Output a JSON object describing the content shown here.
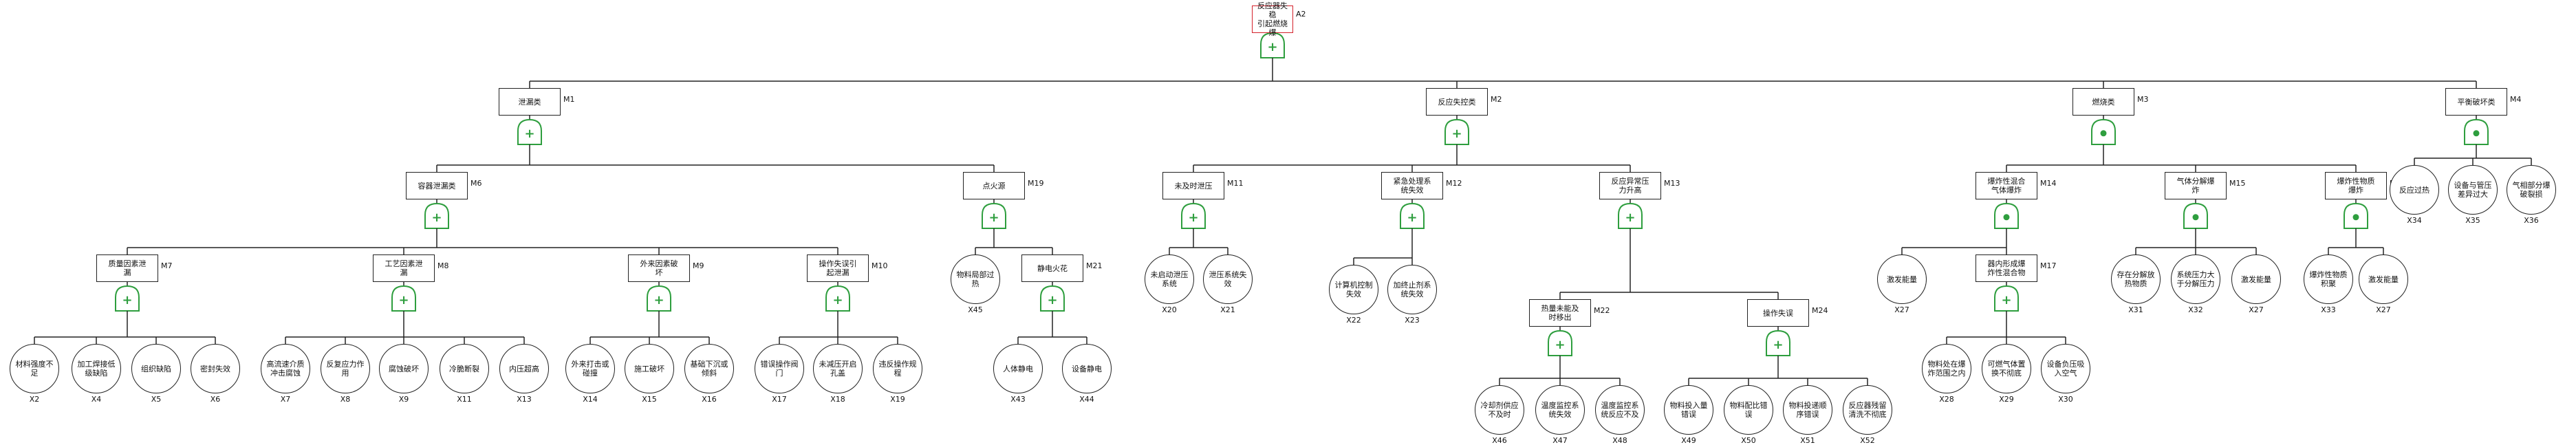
{
  "diagram": {
    "type": "fault-tree",
    "colors": {
      "top_event_border": "#d4202a",
      "gate_stroke": "#2e9e3e",
      "line": "#222222"
    },
    "top": {
      "id": "A2",
      "label": "反应器失稳\n引起燃烧爆",
      "gate": "or"
    },
    "events": [
      {
        "id": "M1",
        "label": "泄漏类",
        "gate": "or"
      },
      {
        "id": "M2",
        "label": "反应失控类",
        "gate": "or"
      },
      {
        "id": "M3",
        "label": "燃烧类",
        "gate": "and"
      },
      {
        "id": "M4",
        "label": "平衡破坏类",
        "gate": "and"
      },
      {
        "id": "M6",
        "label": "容器泄漏类",
        "gate": "or"
      },
      {
        "id": "M19",
        "label": "点火源",
        "gate": "or"
      },
      {
        "id": "M7",
        "label": "质量因素泄\n漏",
        "gate": "or"
      },
      {
        "id": "M8",
        "label": "工艺因素泄\n漏",
        "gate": "or"
      },
      {
        "id": "M9",
        "label": "外来因素破\n坏",
        "gate": "or"
      },
      {
        "id": "M10",
        "label": "操作失误引\n起泄漏",
        "gate": "or"
      },
      {
        "id": "M21",
        "label": "静电火花",
        "gate": "or"
      },
      {
        "id": "M11",
        "label": "未及时泄压",
        "gate": "or"
      },
      {
        "id": "M12",
        "label": "紧急处理系\n统失效",
        "gate": "or"
      },
      {
        "id": "M13",
        "label": "反应异常压\n力升高",
        "gate": "or"
      },
      {
        "id": "M22",
        "label": "热量未能及\n时移出",
        "gate": "or"
      },
      {
        "id": "M24",
        "label": "操作失误",
        "gate": "or"
      },
      {
        "id": "M14",
        "label": "爆炸性混合\n气体爆炸",
        "gate": "and"
      },
      {
        "id": "M15",
        "label": "气体分解爆\n炸",
        "gate": "and"
      },
      {
        "id": "M16",
        "label": "爆炸性物质\n爆炸",
        "gate": "and"
      },
      {
        "id": "M17",
        "label": "器内形成爆\n炸性混合物",
        "gate": "or"
      }
    ],
    "basic_events": [
      {
        "id": "X2",
        "label": "材料强度不\n足"
      },
      {
        "id": "X4",
        "label": "加工焊接低\n级缺陷"
      },
      {
        "id": "X5",
        "label": "组织缺陷"
      },
      {
        "id": "X6",
        "label": "密封失效"
      },
      {
        "id": "X7",
        "label": "高流速介质\n冲击腐蚀"
      },
      {
        "id": "X8",
        "label": "反复应力作\n用"
      },
      {
        "id": "X9",
        "label": "腐蚀破坏"
      },
      {
        "id": "X11",
        "label": "冷脆断裂"
      },
      {
        "id": "X13",
        "label": "内压超高"
      },
      {
        "id": "X14",
        "label": "外来打击或\n碰撞"
      },
      {
        "id": "X15",
        "label": "施工破坏"
      },
      {
        "id": "X16",
        "label": "基础下沉或\n倾斜"
      },
      {
        "id": "X17",
        "label": "错误操作阀\n门"
      },
      {
        "id": "X18",
        "label": "未减压开启\n孔盖"
      },
      {
        "id": "X19",
        "label": "违反操作规\n程"
      },
      {
        "id": "X45",
        "label": "物料局部过\n热"
      },
      {
        "id": "X43",
        "label": "人体静电"
      },
      {
        "id": "X44",
        "label": "设备静电"
      },
      {
        "id": "X20",
        "label": "未启动泄压\n系统"
      },
      {
        "id": "X21",
        "label": "泄压系统失\n效"
      },
      {
        "id": "X22",
        "label": "计算机控制\n失效"
      },
      {
        "id": "X23",
        "label": "加终止剂系\n统失效"
      },
      {
        "id": "X46",
        "label": "冷却剂供应\n不及时"
      },
      {
        "id": "X47",
        "label": "温度监控系\n统失效"
      },
      {
        "id": "X48",
        "label": "温度监控系\n统反应不及"
      },
      {
        "id": "X49",
        "label": "物料投入量\n错误"
      },
      {
        "id": "X50",
        "label": "物料配比错\n误"
      },
      {
        "id": "X51",
        "label": "物料投递顺\n序错误"
      },
      {
        "id": "X52",
        "label": "反应器残留\n清洗不彻底"
      },
      {
        "id": "X27",
        "label": "激发能量"
      },
      {
        "id": "X28",
        "label": "物料处在爆\n炸范围之内"
      },
      {
        "id": "X29",
        "label": "可燃气体置\n换不彻底"
      },
      {
        "id": "X30",
        "label": "设备负压吸\n入空气"
      },
      {
        "id": "X31",
        "label": "存在分解放\n热物质"
      },
      {
        "id": "X32",
        "label": "系统压力大\n于分解压力"
      },
      {
        "id": "X33",
        "label": "爆炸性物质\n积聚"
      },
      {
        "id": "X34",
        "label": "反应过热"
      },
      {
        "id": "X35",
        "label": "设备与管压\n差异过大"
      },
      {
        "id": "X36",
        "label": "气相部分爆\n破裂损"
      }
    ]
  }
}
